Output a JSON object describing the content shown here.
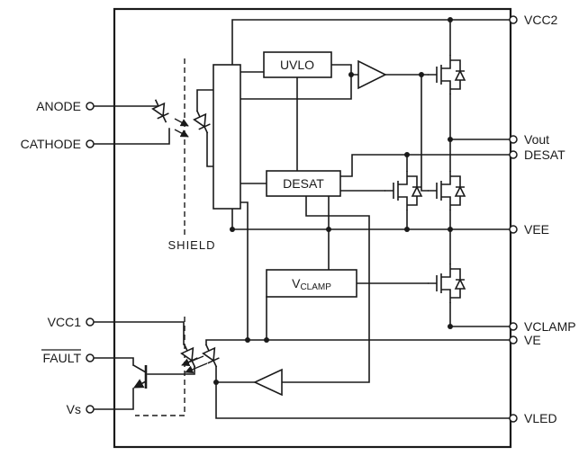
{
  "pins": {
    "left": [
      {
        "id": "anode",
        "label": "ANODE"
      },
      {
        "id": "cathode",
        "label": "CATHODE"
      },
      {
        "id": "vcc1",
        "label": "VCC1"
      },
      {
        "id": "fault",
        "label": "FAULT",
        "overline": true
      },
      {
        "id": "vs",
        "label": "Vs"
      }
    ],
    "right": [
      {
        "id": "vcc2",
        "label": "VCC2"
      },
      {
        "id": "vout",
        "label": "Vout"
      },
      {
        "id": "desat",
        "label": "DESAT"
      },
      {
        "id": "vee",
        "label": "VEE"
      },
      {
        "id": "vclamp",
        "label": "VCLAMP"
      },
      {
        "id": "ve",
        "label": "VE"
      },
      {
        "id": "vled",
        "label": "VLED"
      }
    ]
  },
  "blocks": {
    "uvlo": {
      "label": "UVLO"
    },
    "desat": {
      "label": "DESAT"
    },
    "vclamp": {
      "main": "V",
      "sub": "CLAMP"
    }
  },
  "labels": {
    "shield": "SHIELD"
  },
  "colors": {
    "line": "#1a1a1a",
    "background": "#ffffff"
  }
}
